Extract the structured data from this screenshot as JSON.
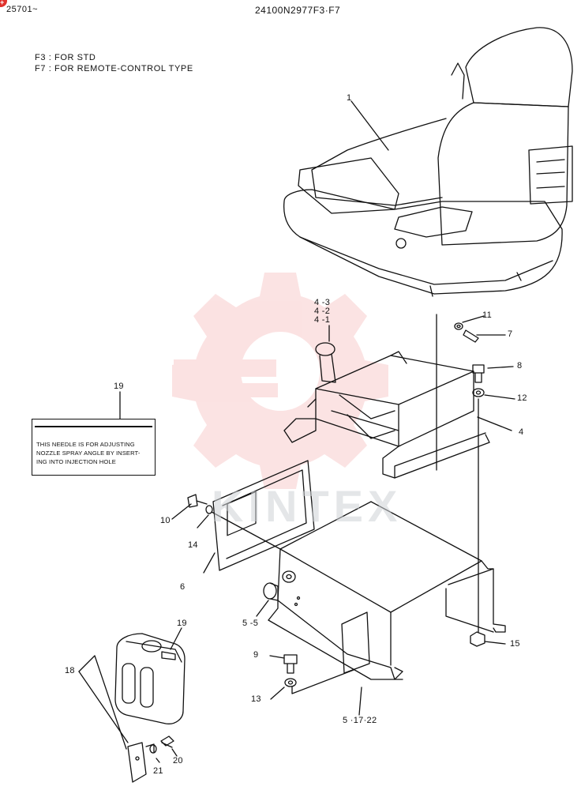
{
  "header": {
    "serial": "25701~",
    "part_number": "24100N2977F3·F7"
  },
  "notes": [
    "F3 : FOR STD",
    "F7 : FOR REMOTE-CONTROL TYPE"
  ],
  "caution_label": {
    "lines": [
      "THIS NEEDLE IS FOR ADJUSTING",
      "NOZZLE SPRAY ANGLE BY INSERT-",
      "ING INTO INJECTION HOLE"
    ]
  },
  "watermark": {
    "text": "KINTEX",
    "color": "#f29a9a"
  },
  "callouts": {
    "c1": "1",
    "c4_3": "4 -3",
    "c4_2": "4 -2",
    "c4_1": "4 -1",
    "c11": "11",
    "c7": "7",
    "c8": "8",
    "c12": "12",
    "c4": "4",
    "c19a": "19",
    "c10": "10",
    "c14": "14",
    "c6": "6",
    "c5_5": "5 -5",
    "c19b": "19",
    "c9": "9",
    "c13": "13",
    "c5_17_22": "5 ·17·22",
    "c15": "15",
    "c18": "18",
    "c21": "21",
    "c20": "20"
  },
  "colors": {
    "line": "#111111",
    "accent": "#e0322d"
  }
}
